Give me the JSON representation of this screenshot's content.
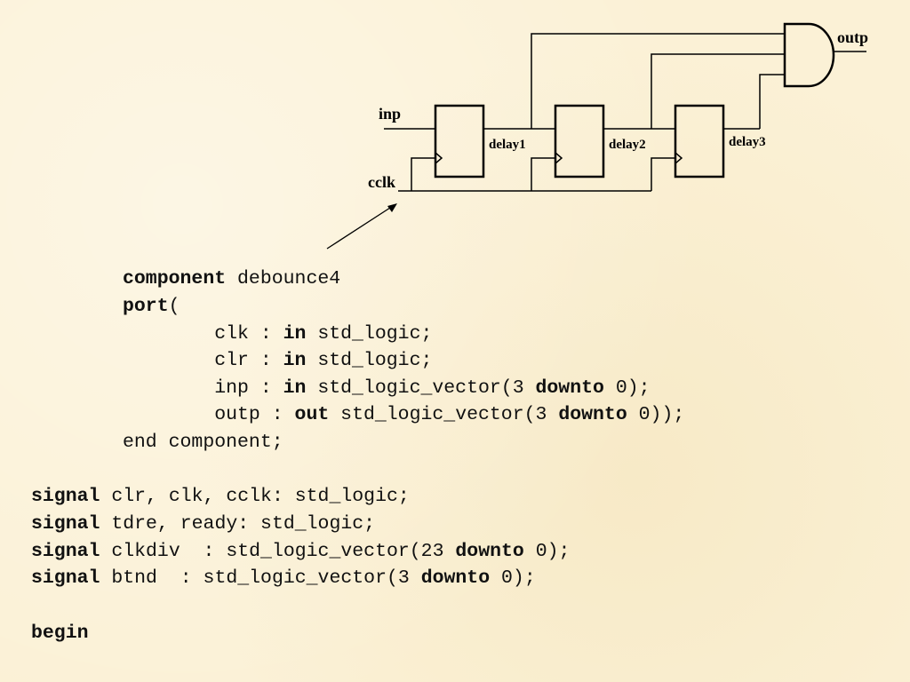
{
  "diagram": {
    "labels": {
      "inp": "inp",
      "cclk": "cclk",
      "delay1": "delay1",
      "delay2": "delay2",
      "delay3": "delay3",
      "outp": "outp"
    }
  },
  "code": {
    "component_lines": [
      [
        {
          "t": "component",
          "kw": true
        },
        {
          "t": " debounce4",
          "kw": false
        }
      ],
      [
        {
          "t": "port",
          "kw": true
        },
        {
          "t": "(",
          "kw": false
        }
      ],
      [
        {
          "t": "        clk : ",
          "kw": false
        },
        {
          "t": "in",
          "kw": true
        },
        {
          "t": " std_logic;",
          "kw": false
        }
      ],
      [
        {
          "t": "        clr : ",
          "kw": false
        },
        {
          "t": "in",
          "kw": true
        },
        {
          "t": " std_logic;",
          "kw": false
        }
      ],
      [
        {
          "t": "        inp : ",
          "kw": false
        },
        {
          "t": "in",
          "kw": true
        },
        {
          "t": " std_logic_vector(3 ",
          "kw": false
        },
        {
          "t": "downto",
          "kw": true
        },
        {
          "t": " 0);",
          "kw": false
        }
      ],
      [
        {
          "t": "        outp : ",
          "kw": false
        },
        {
          "t": "out",
          "kw": true
        },
        {
          "t": " std_logic_vector(3 ",
          "kw": false
        },
        {
          "t": "downto",
          "kw": true
        },
        {
          "t": " 0));",
          "kw": false
        }
      ],
      [
        {
          "t": "end component;",
          "kw": false
        }
      ]
    ],
    "signal_lines": [
      [
        {
          "t": "signal",
          "kw": true
        },
        {
          "t": " clr, clk, cclk: std_logic;",
          "kw": false
        }
      ],
      [
        {
          "t": "signal",
          "kw": true
        },
        {
          "t": " tdre, ready: std_logic;",
          "kw": false
        }
      ],
      [
        {
          "t": "signal",
          "kw": true
        },
        {
          "t": " clkdiv  : std_logic_vector(23 ",
          "kw": false
        },
        {
          "t": "downto",
          "kw": true
        },
        {
          "t": " 0);",
          "kw": false
        }
      ],
      [
        {
          "t": "signal",
          "kw": true
        },
        {
          "t": " btnd  : std_logic_vector(3 ",
          "kw": false
        },
        {
          "t": "downto",
          "kw": true
        },
        {
          "t": " 0);",
          "kw": false
        }
      ]
    ],
    "begin_line": [
      {
        "t": "begin",
        "kw": true
      }
    ]
  }
}
